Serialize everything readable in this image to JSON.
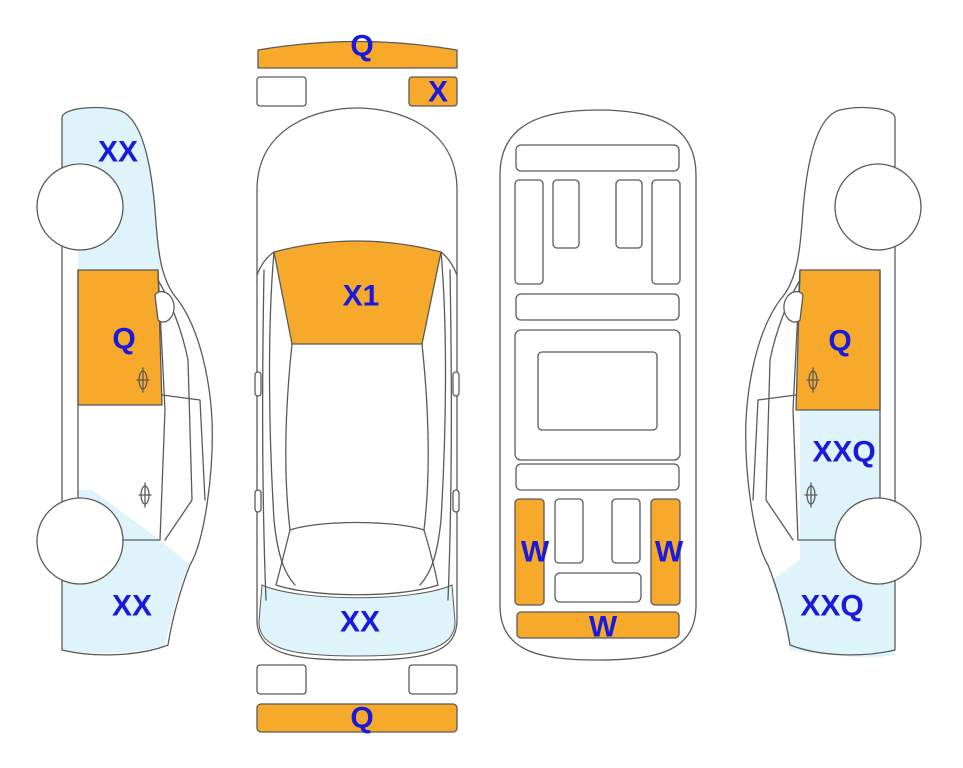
{
  "colors": {
    "orange": "#f7a92b",
    "lightblue": "#dff3fa",
    "label": "#1a1adc",
    "outline": "#5a5a5a"
  },
  "labels": {
    "front_bumper": "Q",
    "left_headlight": "",
    "right_headlight": "X",
    "hood": "X1",
    "roof_rear": "XX",
    "rear_bumper": "Q",
    "left_front_fender": "XX",
    "left_front_door": "Q",
    "left_rear_quarter": "XX",
    "right_front_door": "Q",
    "right_rear_door": "XXQ",
    "right_rear_quarter": "XXQ",
    "under_left": "W",
    "under_right": "W",
    "under_rear": "W"
  }
}
